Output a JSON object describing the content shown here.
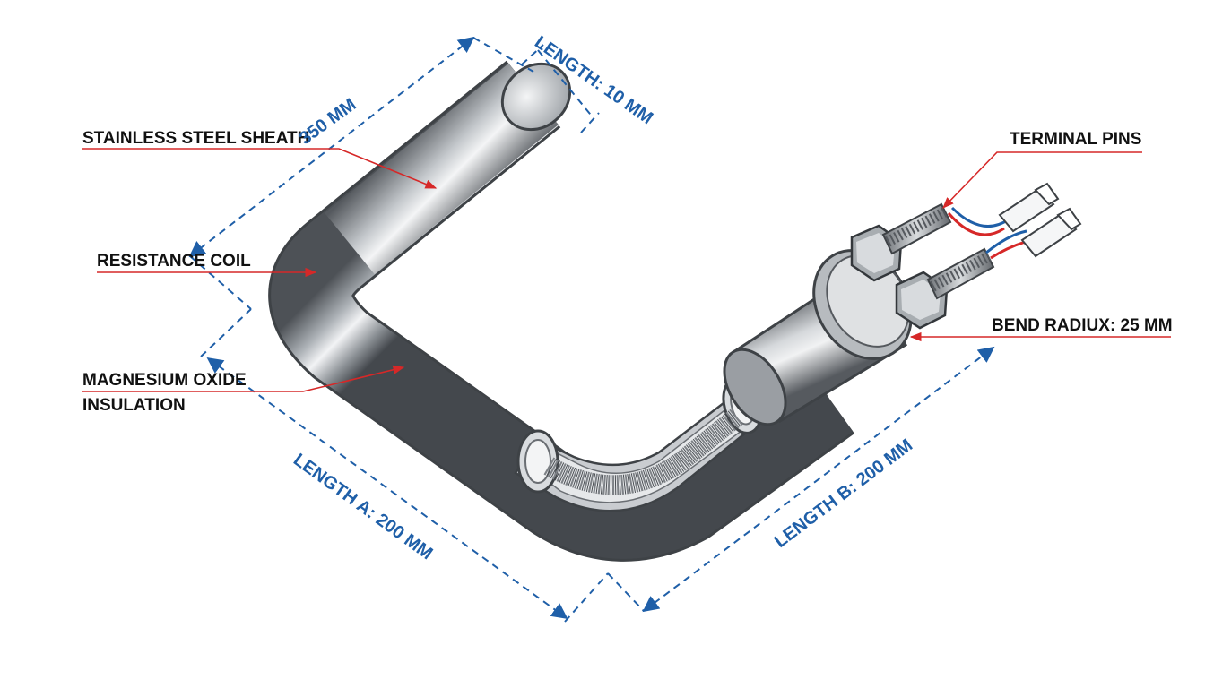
{
  "labels": {
    "sheath": "STAINLESS STEEL SHEATH",
    "coil": "RESISTANCE COIL",
    "insulation_line1": "MAGNESIUM OXIDE",
    "insulation_line2": "INSULATION",
    "terminal": "TERMINAL PINS",
    "bend_radius": "BEND RADIUX: 25 MM"
  },
  "dimensions": {
    "overall": "350 MM",
    "end_length": "LENGTH: 10 MM",
    "length_a": "LENGTH A: 200 MM",
    "length_b": "LENGTH B: 200 MM"
  },
  "colors": {
    "dimension_blue": "#1f5fa8",
    "leader_red": "#d62828",
    "label_text": "#111111",
    "steel_dark": "#5a5e63",
    "steel_light": "#eef0f2"
  }
}
